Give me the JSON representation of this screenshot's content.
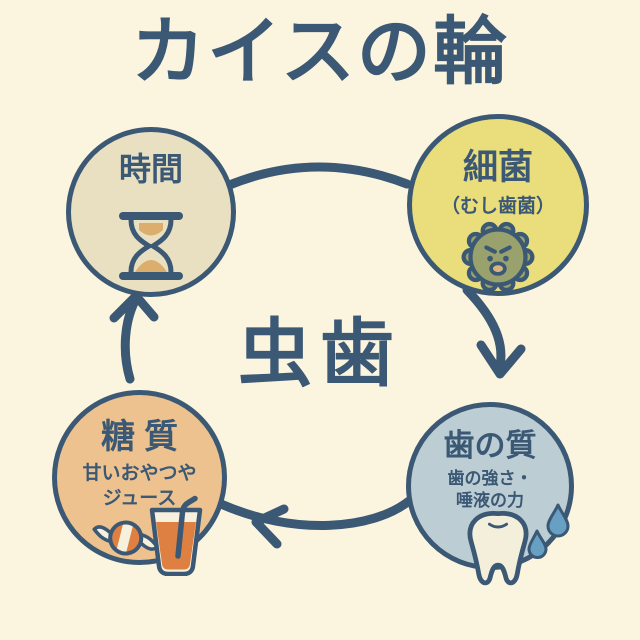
{
  "title": "カイスの輪",
  "center_label": "虫歯",
  "nodes": {
    "time": {
      "label": "時間"
    },
    "bacteria": {
      "label": "細菌",
      "sub": "（むし歯菌）"
    },
    "tooth_quality": {
      "label": "歯の質",
      "sub_line1": "歯の強さ・",
      "sub_line2": "唾液の力"
    },
    "sugar": {
      "label": "糖質",
      "sub_line1": "甘いおやつや",
      "sub_line2": "ジュース"
    }
  },
  "icons": {
    "time": "hourglass-icon",
    "bacteria": "germ-icon",
    "tooth_quality": [
      "tooth-icon",
      "water-drops-icon"
    ],
    "sugar": [
      "candy-icon",
      "juice-glass-icon"
    ]
  },
  "arrows": {
    "direction": "clockwise",
    "segments": [
      "time→bacteria (plain arc, no arrowhead)",
      "bacteria→tooth_quality (down arrow)",
      "tooth_quality→sugar (left arrow)",
      "sugar→time (up arrow)"
    ]
  },
  "colors": {
    "background": "#fbf5df",
    "ink": "#3b5875",
    "time_circle": "#e9dfc1",
    "bacteria_circle": "#e9dd7c",
    "tooth_quality_circle": "#bccdd3",
    "sugar_circle": "#eec28e",
    "sand_tan": "#dcae6e",
    "germ_body": "#99a26d",
    "orange": "#e08040",
    "drop_blue": "#68a0c3",
    "tooth_cream": "#f4efdb"
  }
}
